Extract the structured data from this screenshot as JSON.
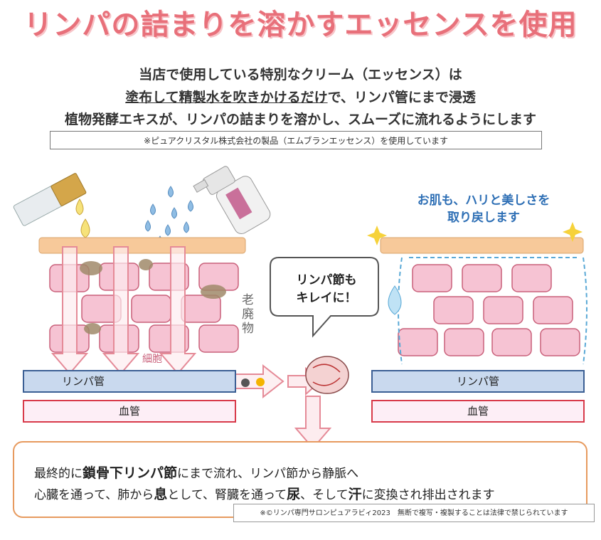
{
  "title": "リンパの詰まりを溶かすエッセンスを使用",
  "intro": {
    "line1": "当店で使用している特別なクリーム（エッセンス）は",
    "line2_underlined": "塗布して精製水を吹きかけるだけ",
    "line2_rest": "で、リンパ管にまで浸透",
    "line3": "植物発酵エキスが、リンパの詰まりを溶かし、スムーズに流れるようにします",
    "note": "※ピュアクリスタル株式会社の製品（エムブランエッセンス）を使用しています"
  },
  "diagram": {
    "waste_label_1": "老",
    "waste_label_2": "廃",
    "waste_label_3": "物",
    "cell_label": "細胞",
    "bubble_line1": "リンパ節も",
    "bubble_line2": "キレイに！",
    "skin_line1": "お肌も、ハリと美しさを",
    "skin_line2": "取り戻します",
    "lymph_left": "リンパ管",
    "blood_left": "血管",
    "lymph_right": "リンパ管",
    "blood_right": "血管"
  },
  "bottom": {
    "l1_a": "最終的に",
    "l1_b": "鎖骨下リンパ節",
    "l1_c": "にまで流れ、リンパ節から静脈へ",
    "l2_a": "心臓を通って、肺から",
    "l2_b": "息",
    "l2_c": "として、腎臓を通って",
    "l2_d": "尿",
    "l2_e": "、そして",
    "l2_f": "汗",
    "l2_g": "に変換され排出されます",
    "copyright": "※©リンパ専門サロンピュアラビィ2023　無断で複写・複製することは法律で禁じられています"
  },
  "colors": {
    "title": "#e8707a",
    "skin_text": "#2e6fb5",
    "lymph_fill": "#c9d9ee",
    "blood_border": "#d83a4a",
    "cell_fill": "#f6c3d3",
    "drop": "#8fbde4"
  }
}
